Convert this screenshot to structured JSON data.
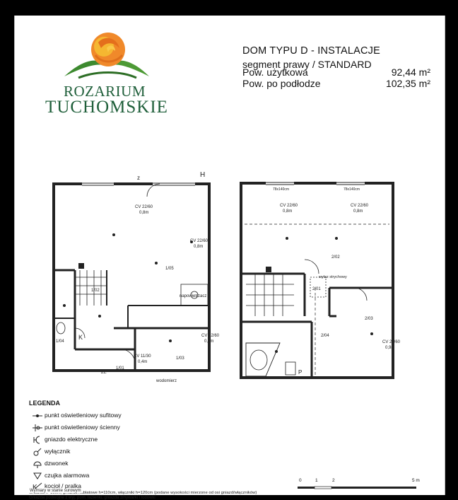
{
  "brand": {
    "name_line1": "ROZARIUM",
    "name_line2": "TUCHOMSKIE",
    "colors": {
      "green": "#1f5f3a",
      "leaf": "#3d8a2f",
      "rose_orange": "#f0892a",
      "rose_yellow": "#f5b731"
    }
  },
  "header": {
    "title": "DOM TYPU D - INSTALACJE",
    "subtitle": "segment prawy / STANDARD",
    "areas": [
      {
        "label": "Pow. użytkowa",
        "value": "92,44 m²"
      },
      {
        "label": "Pow. po podłodze",
        "value": "102,35 m²"
      }
    ]
  },
  "ground_floor": {
    "rooms": [
      {
        "id": "1/05",
        "label": "1/05"
      },
      {
        "id": "1/02",
        "label": "1/02"
      },
      {
        "id": "1/04",
        "label": "1/04"
      },
      {
        "id": "1/03",
        "label": "1/03"
      },
      {
        "id": "1/01",
        "label": "1/01"
      }
    ],
    "radiators": [
      {
        "label": "CV 22/60",
        "height": "0,8m"
      },
      {
        "label": "CV 22/60",
        "height": "0,8m"
      },
      {
        "label": "CV 22/60",
        "height": "0,6m"
      },
      {
        "label": "CV 11/30",
        "height": "0,4m"
      }
    ],
    "annotations": {
      "vent": "napowietrzacz",
      "water_meter": "wodomierz",
      "h_label": "H",
      "z_label": "z",
      "ze_label": "ZE",
      "k_label": "K"
    }
  },
  "upper_floor": {
    "rooms": [
      {
        "id": "2/02",
        "label": "2/02"
      },
      {
        "id": "2/01",
        "label": "2/01"
      },
      {
        "id": "2/03",
        "label": "2/03"
      },
      {
        "id": "2/04",
        "label": "2/04"
      }
    ],
    "radiators": [
      {
        "label": "CV 22/60",
        "height": "0,8m"
      },
      {
        "label": "CV 22/60",
        "height": "0,8m"
      },
      {
        "label": "CV 22/60",
        "height": "0,9m"
      }
    ],
    "annotations": {
      "hatch": "wyłaz strychowy",
      "window_size_1": "78x140cm",
      "window_size_2": "78x140cm",
      "p_label": "P"
    }
  },
  "legend": {
    "title": "LEGENDA",
    "items": [
      {
        "icon": "ceiling-light-icon",
        "label": "punkt oświetleniowy sufitowy"
      },
      {
        "icon": "wall-light-icon",
        "label": "punkt oświetleniowy ścienny"
      },
      {
        "icon": "socket-icon",
        "label": "gniazdo elektryczne"
      },
      {
        "icon": "switch-icon",
        "label": "wyłącznik"
      },
      {
        "icon": "bell-icon",
        "label": "dzwonek"
      },
      {
        "icon": "alarm-sensor-icon",
        "label": "czujka alarmowa"
      },
      {
        "icon": "boiler-washer-icon",
        "label": "kocioł / pralka"
      }
    ]
  },
  "notes": [
    "Gniazda h=30cm, gniazda nablatowe h=110cm, włączniki h=120cm (podane wysokości mierzone od osi gniazd/włączników)",
    "Gniazda podwójne z wyj. pom. łazienki, gniazda zmywarki i lodówki",
    "Wymiary w stanie surowym"
  ],
  "scale": {
    "ticks": [
      "0",
      "1",
      "2",
      "5 m"
    ]
  }
}
